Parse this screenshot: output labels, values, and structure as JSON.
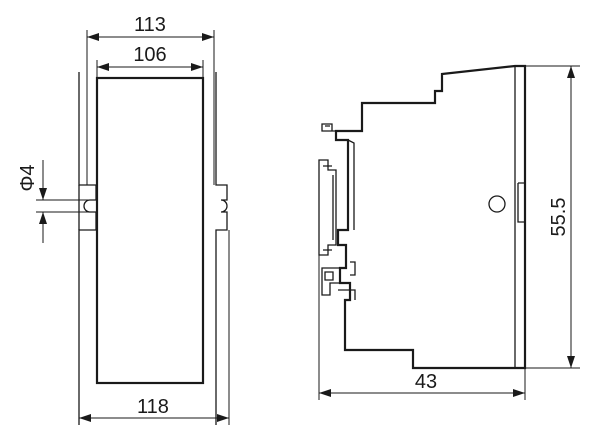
{
  "front_view": {
    "dim_outer_width": "113",
    "dim_inner_width": "106",
    "dim_base_width": "118",
    "dim_hole_diameter": "Φ4"
  },
  "side_view": {
    "dim_height": "55.5",
    "dim_depth": "43"
  }
}
